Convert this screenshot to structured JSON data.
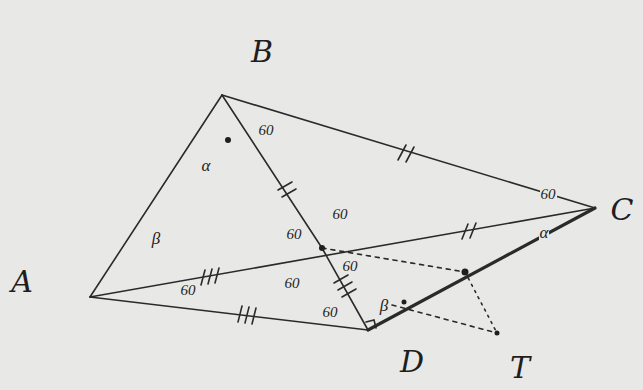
{
  "diagram": {
    "labels": [
      "B",
      "60",
      "α",
      "β",
      "60",
      "60",
      "60",
      "A",
      "60",
      "60",
      "60",
      "C",
      "60",
      "α",
      "β",
      "D",
      "T"
    ]
  }
}
